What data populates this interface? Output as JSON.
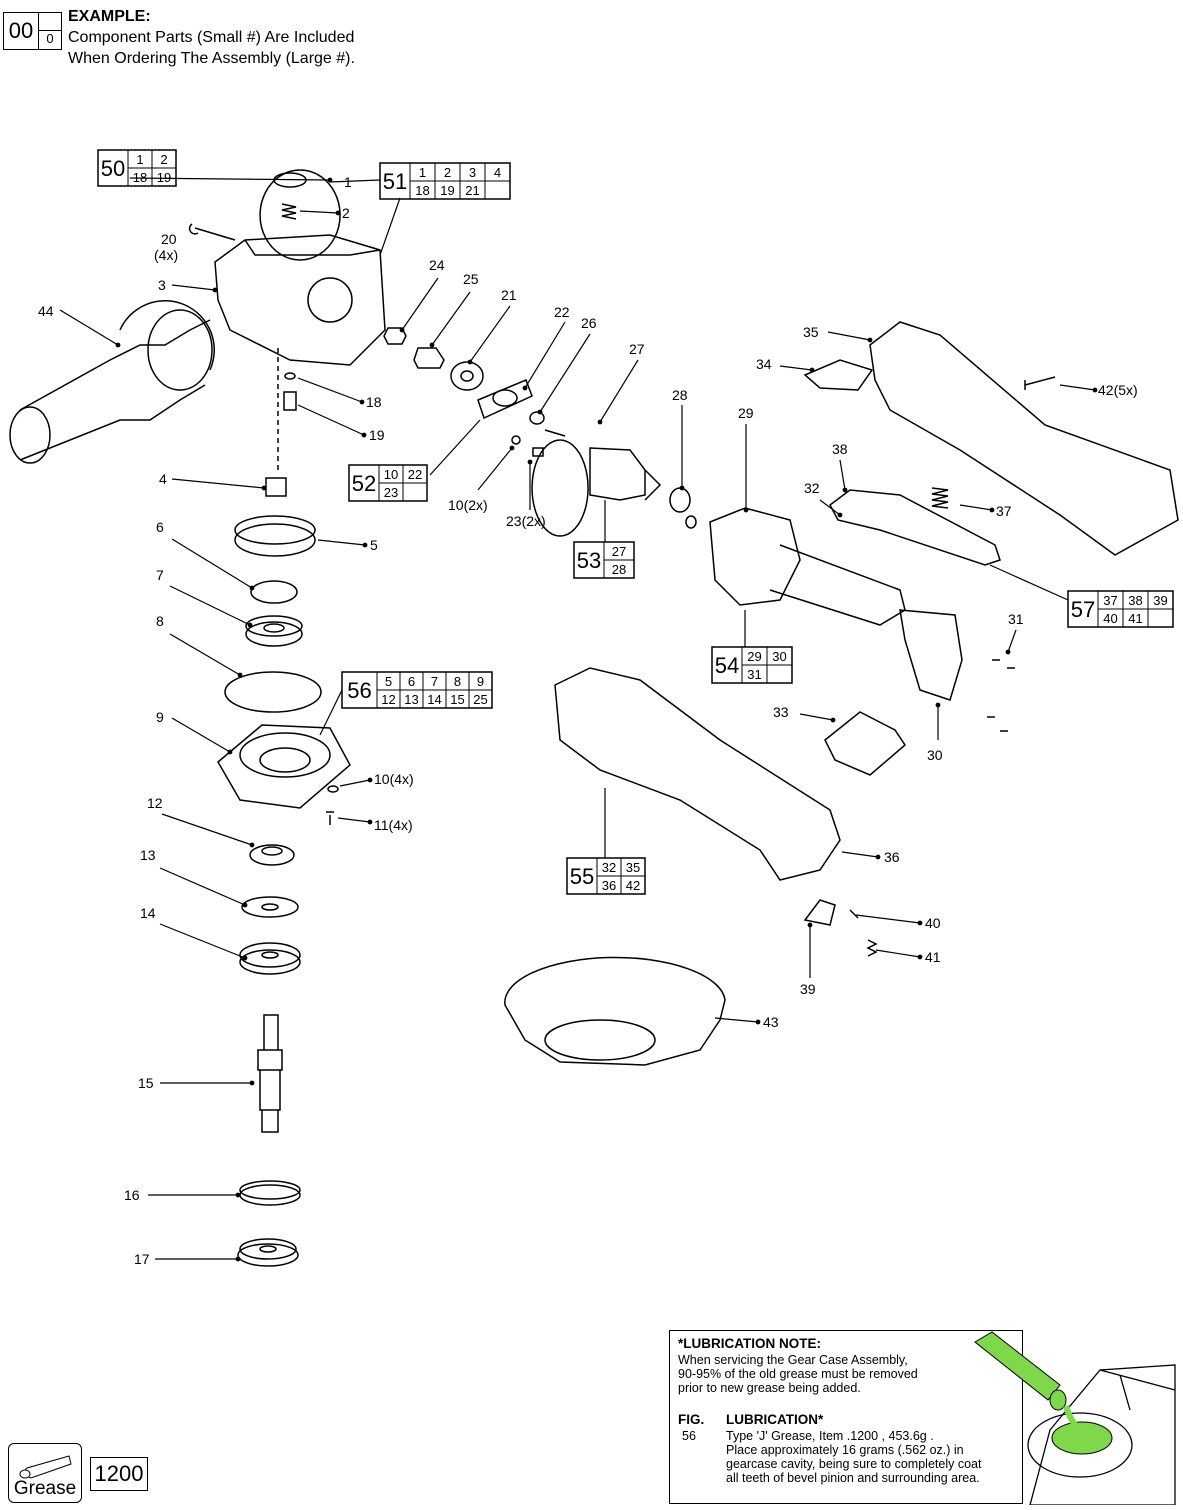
{
  "example": {
    "big": "00",
    "small": "0",
    "title": "EXAMPLE:",
    "line1": "Component Parts (Small #) Are Included",
    "line2": "When Ordering The Assembly (Large #)."
  },
  "assemblies": [
    {
      "id": "50",
      "parts": [
        "1",
        "2",
        "18",
        "19"
      ]
    },
    {
      "id": "51",
      "parts": [
        "1",
        "2",
        "3",
        "4",
        "18",
        "19",
        "21",
        ""
      ]
    },
    {
      "id": "52",
      "parts": [
        "10",
        "22",
        "23",
        ""
      ]
    },
    {
      "id": "53",
      "parts": [
        "27",
        "28"
      ]
    },
    {
      "id": "54",
      "parts": [
        "29",
        "30",
        "31",
        ""
      ]
    },
    {
      "id": "55",
      "parts": [
        "32",
        "35",
        "36",
        "42"
      ]
    },
    {
      "id": "56",
      "parts": [
        "5",
        "6",
        "7",
        "8",
        "9",
        "12",
        "13",
        "14",
        "15",
        "25"
      ]
    },
    {
      "id": "57",
      "parts": [
        "37",
        "38",
        "39",
        "40",
        "41",
        ""
      ]
    }
  ],
  "callouts": [
    "1",
    "2",
    "20",
    "(4x)",
    "3",
    "44",
    "24",
    "25",
    "21",
    "22",
    "26",
    "27",
    "28",
    "29",
    "35",
    "34",
    "42(5x)",
    "38",
    "37",
    "32",
    "31",
    "30",
    "33",
    "36",
    "40",
    "41",
    "39",
    "43",
    "18",
    "19",
    "4",
    "5",
    "6",
    "7",
    "8",
    "9",
    "10(4x)",
    "11(4x)",
    "12",
    "13",
    "14",
    "15",
    "16",
    "17",
    "10(2x)",
    "23(2x)"
  ],
  "lubrication_note": {
    "title": "*LUBRICATION NOTE:",
    "line1": "When servicing the Gear Case Assembly,",
    "line2": "90-95% of the old grease must be removed",
    "line3": "prior to new grease being added.",
    "col_fig": "FIG.",
    "col_lub": "LUBRICATION*",
    "fig": "56",
    "desc1": "Type 'J' Grease, Item .1200 , 453.6g .",
    "desc2": "Place approximately 16 grams (.562 oz.) in",
    "desc3": "gearcase cavity, being sure to completely coat",
    "desc4": "all teeth of bevel pinion and surrounding area."
  },
  "grease_legend": {
    "label": "Grease",
    "number": "1200"
  },
  "colors": {
    "grease_green": "#7fd84a",
    "line": "#000000"
  }
}
